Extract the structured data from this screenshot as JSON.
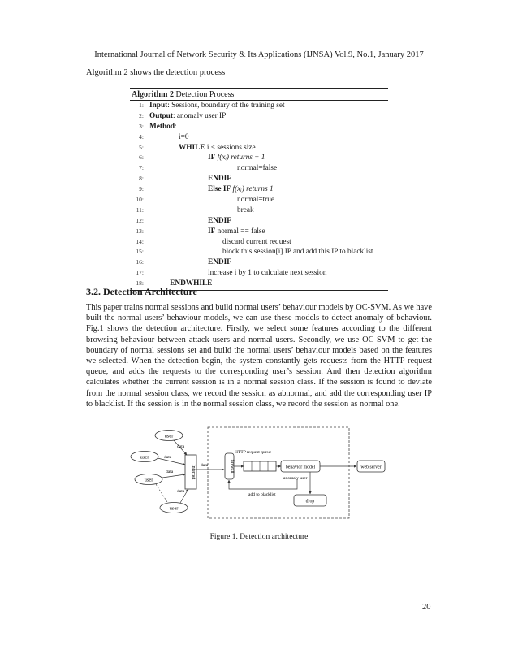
{
  "header": "International Journal of Network Security & Its Applications (IJNSA) Vol.9, No.1, January 2017",
  "intro": "Algorithm 2 shows the detection process",
  "algorithm": {
    "label": "Algorithm 2",
    "name": "Detection Process",
    "lines": [
      {
        "n": "1:",
        "kw": "Input",
        "text": ": Sessions, boundary of the training set",
        "indent": 0
      },
      {
        "n": "2:",
        "kw": "Output",
        "text": ": anomaly user IP",
        "indent": 0
      },
      {
        "n": "3:",
        "kw": "Method",
        "text": ":",
        "indent": 0
      },
      {
        "n": "4:",
        "kw": "",
        "text": "i=0",
        "indent": 1
      },
      {
        "n": "5:",
        "kw": "WHILE",
        "text": " i < sessions.size",
        "indent": 1
      },
      {
        "n": "6:",
        "kw": "IF",
        "text": " f(x",
        "indent": 2,
        "math": "f(xᵢ)  returns  − 1"
      },
      {
        "n": "7:",
        "kw": "",
        "text": "normal=false",
        "indent": 3
      },
      {
        "n": "8:",
        "kw": "ENDIF",
        "text": "",
        "indent": 2
      },
      {
        "n": "9:",
        "kw": "Else IF",
        "text": "",
        "indent": 2,
        "math": "f(xᵢ)  returns  1"
      },
      {
        "n": "10:",
        "kw": "",
        "text": "normal=true",
        "indent": 3
      },
      {
        "n": "11:",
        "kw": "",
        "text": "break",
        "indent": 3
      },
      {
        "n": "12:",
        "kw": "ENDIF",
        "text": "",
        "indent": 2
      },
      {
        "n": "13:",
        "kw": "IF",
        "text": " normal == false",
        "indent": 2
      },
      {
        "n": "14:",
        "kw": "",
        "text": "discard current request",
        "indent": 2.5
      },
      {
        "n": "15:",
        "kw": "",
        "text": "block this session[i].IP and add this IP to blacklist",
        "indent": 2.5
      },
      {
        "n": "16:",
        "kw": "ENDIF",
        "text": "",
        "indent": 2
      },
      {
        "n": "17:",
        "kw": "",
        "text": "increase i by 1 to calculate next session",
        "indent": 2
      },
      {
        "n": "18:",
        "kw": "ENDWHILE",
        "text": "",
        "indent": 0.7
      }
    ]
  },
  "section_title": "3.2. Detection Architecture",
  "paragraph": "This paper trains normal sessions and build normal users’ behaviour models by OC-SVM. As we have built the normal users’ behaviour models, we can use these models to detect anomaly of behaviour. Fig.1 shows the detection architecture. Firstly, we select some features according to the different browsing behaviour between attack users and normal users. Secondly, we use OC-SVM to get the boundary of normal sessions set and build the normal users’ behaviour models based on the features we selected. When the detection begin, the system constantly gets requests from the HTTP request queue, and adds the requests to the corresponding user’s session. And then detection algorithm calculates whether the current session is in a normal session class. If the session is found to deviate from the normal session class, we record the session as abnormal, and add the corresponding user IP to blacklist. If the session is in the normal session class, we record the session as normal one.",
  "figure": {
    "user": "user",
    "data": "data",
    "internet": "Internet",
    "firewall": "firewall",
    "queue": "HTTP request queue",
    "behavior_model": "behavior model",
    "anomaly_user": "anomaly user",
    "add_to_blacklist": "add to blacklist",
    "web_server": "web server",
    "drop": "drop"
  },
  "caption": "Figure 1.  Detection architecture",
  "page_number": "20"
}
